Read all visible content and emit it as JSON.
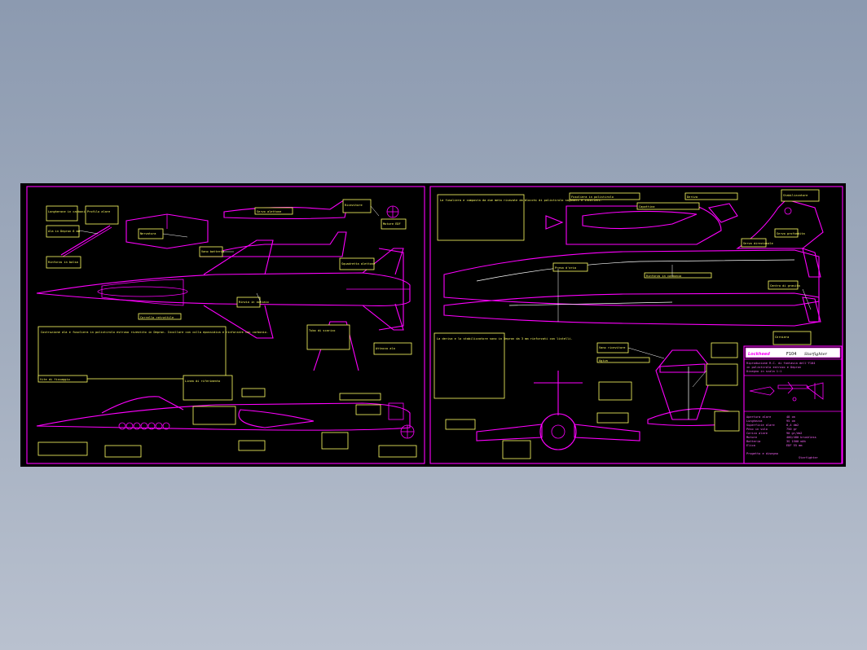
{
  "title_block": {
    "logo": "Lockheed",
    "model": "F104",
    "name": "Starfighter",
    "description": [
      "Riproduzione R.C. di fantasia dell'F104",
      "in polistirolo estruso e Depron",
      "Disegno in scala 1:1"
    ],
    "specs_labels": [
      "Apertura alare",
      "Lunghezza",
      "Superficie alare",
      "Peso in volo",
      "Carico alare",
      "Motore",
      "Batteria",
      "Elica",
      "Progetto e disegno"
    ],
    "specs_values": [
      "48 cm",
      "95 cm",
      "8,4 dm2",
      "750 gr",
      "90 gr/dm2",
      "400/480 brushless",
      "3S 1500 mAh",
      "EDF 55 mm",
      "Starfighter"
    ]
  },
  "notes": {
    "left": [
      "Longherone in carbonio",
      "Profilo alare",
      "Ala in Depron 6 mm",
      "Rinforzo in balsa",
      "Nervatura",
      "Vano batteria",
      "Servo alettone",
      "Ricevitore",
      "Motore EDF",
      "Squadretta alettone",
      "Rinvio in acciaio",
      "Carrello retrattile",
      "Tubo di scarico",
      "Attacco ala",
      "Vite di fissaggio",
      "Linea di riferimento"
    ],
    "right": [
      "Fusoliera in polistirolo",
      "Capottina",
      "Deriva",
      "Stabilizzatore",
      "Servo profondita",
      "Servo direzionale",
      "Presa d'aria",
      "Rinforzo in carbonio",
      "Centro di gravita",
      "Cerniera",
      "Vano ricevitore",
      "Ogiva"
    ],
    "paragraph_left": "Costruzione ala e fusoliera in polistirolo estruso rivestito in Depron. Incollare con colla epossidica e rinforzare con carbonio.",
    "paragraph_right_1": "La fusoliera e composta da due meta ricavate da blocchi di polistirolo sagomati e incollati.",
    "paragraph_right_2": "La deriva e lo stabilizzatore sono in Depron da 3 mm rinforzati con listelli."
  }
}
